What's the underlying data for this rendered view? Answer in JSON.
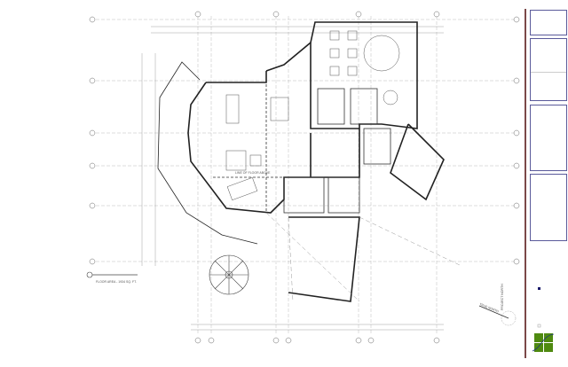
{
  "drawing": {
    "floor_area_label": "FLOOR AREA - 1934 SQ. FT.",
    "line_of_floor_above": "LINE OF FLOOR ABOVE",
    "north_arrow": {
      "true_north": "TRUE NORTH",
      "project_north": "PROJECT NORTH"
    }
  },
  "colors": {
    "border_line": "#5a1a1a",
    "title_box": "#5a5a9a",
    "logo_green": "#4f8a10",
    "logo_curve": "#1f3a7a"
  }
}
